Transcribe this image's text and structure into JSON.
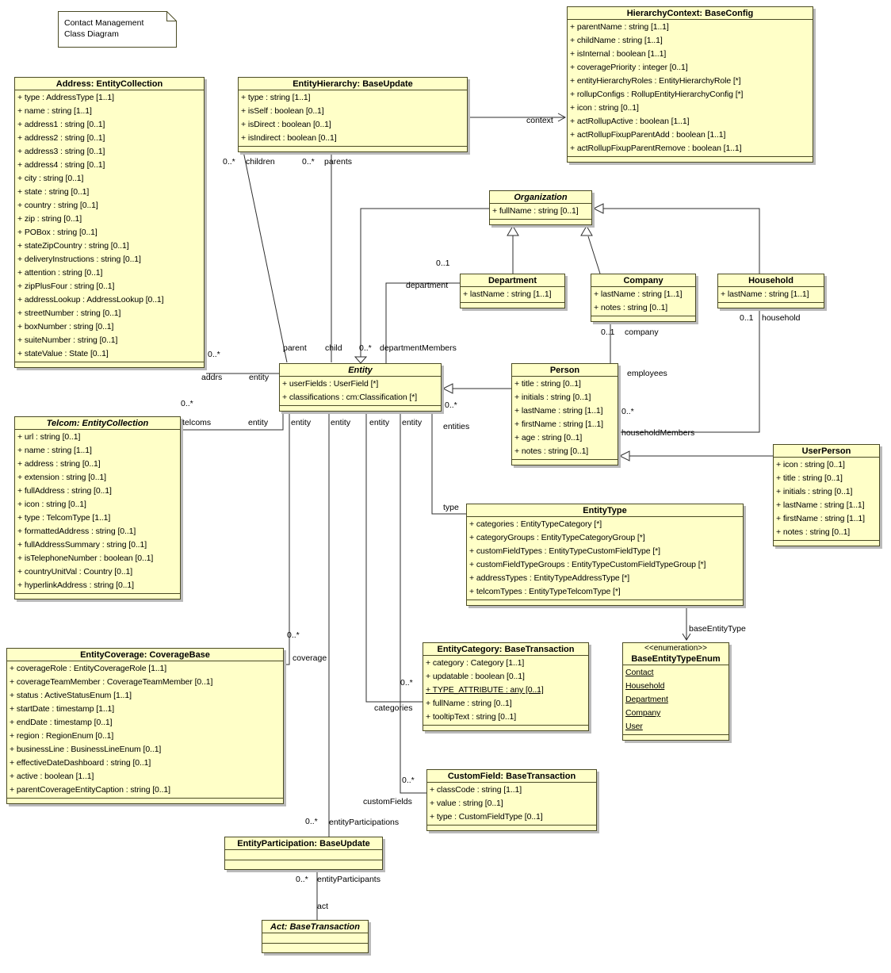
{
  "note": {
    "line1": "Contact Management",
    "line2": "Class Diagram"
  },
  "colors": {
    "class_fill": "#ffffc8",
    "class_border": "#4a4a24",
    "line": "#2e2e2e",
    "shadow": "#bababa",
    "background": "#ffffff"
  },
  "classes": [
    {
      "id": "address",
      "title": "Address: EntityCollection",
      "attrs": [
        "+ type : AddressType [1..1]",
        "+ name : string [1..1]",
        "+ address1 : string [0..1]",
        "+ address2 : string [0..1]",
        "+ address3 : string [0..1]",
        "+ address4 : string [0..1]",
        "+ city : string [0..1]",
        "+ state : string [0..1]",
        "+ country : string [0..1]",
        "+ zip : string [0..1]",
        "+ POBox : string [0..1]",
        "+ stateZipCountry : string [0..1]",
        "+ deliveryInstructions : string [0..1]",
        "+ attention : string [0..1]",
        "+ zipPlusFour : string [0..1]",
        "+ addressLookup : AddressLookup [0..1]",
        "+ streetNumber : string [0..1]",
        "+ boxNumber : string [0..1]",
        "+ suiteNumber : string [0..1]",
        "+ stateValue : State [0..1]"
      ]
    },
    {
      "id": "entity_hierarchy",
      "title": "EntityHierarchy: BaseUpdate",
      "attrs": [
        "+ type : string [1..1]",
        "+ isSelf : boolean [0..1]",
        "+ isDirect : boolean [0..1]",
        "+ isIndirect : boolean [0..1]"
      ]
    },
    {
      "id": "hierarchy_context",
      "title": "HierarchyContext: BaseConfig",
      "attrs": [
        "+ parentName : string [1..1]",
        "+ childName : string [1..1]",
        "+ isInternal : boolean [1..1]",
        "+ coveragePriority : integer [0..1]",
        "+ entityHierarchyRoles : EntityHierarchyRole [*]",
        "+ rollupConfigs : RollupEntityHierarchyConfig [*]",
        "+ icon : string [0..1]",
        "+ actRollupActive : boolean [1..1]",
        "+ actRollupFixupParentAdd : boolean [1..1]",
        "+ actRollupFixupParentRemove : boolean [1..1]"
      ]
    },
    {
      "id": "organization",
      "title": "Organization",
      "italic": true,
      "attrs": [
        "+ fullName : string [0..1]"
      ]
    },
    {
      "id": "department",
      "title": "Department",
      "attrs": [
        "+ lastName : string [1..1]"
      ]
    },
    {
      "id": "company",
      "title": "Company",
      "attrs": [
        "+ lastName : string [1..1]",
        "+ notes : string [0..1]"
      ]
    },
    {
      "id": "household",
      "title": "Household",
      "attrs": [
        "+ lastName : string [1..1]"
      ]
    },
    {
      "id": "entity",
      "title": "Entity",
      "italic": true,
      "attrs": [
        "+ userFields : UserField [*]",
        "+ classifications : cm:Classification [*]"
      ]
    },
    {
      "id": "person",
      "title": "Person",
      "attrs": [
        "+ title : string [0..1]",
        "+ initials : string [0..1]",
        "+ lastName : string [1..1]",
        "+ firstName : string [1..1]",
        "+ age : string [0..1]",
        "+ notes : string [0..1]"
      ]
    },
    {
      "id": "telcom",
      "title": "Telcom: EntityCollection",
      "italic": true,
      "attrs": [
        "+ url : string [0..1]",
        "+ name : string [1..1]",
        "+ address : string [0..1]",
        "+ extension : string [0..1]",
        "+ fullAddress : string [0..1]",
        "+ icon : string [0..1]",
        "+ type : TelcomType [1..1]",
        "+ formattedAddress : string [0..1]",
        "+ fullAddressSummary : string [0..1]",
        "+ isTelephoneNumber : boolean [0..1]",
        "+ countryUnitVal : Country [0..1]",
        "+ hyperlinkAddress : string [0..1]"
      ]
    },
    {
      "id": "user_person",
      "title": "UserPerson",
      "attrs": [
        "+ icon : string [0..1]",
        "+ title : string [0..1]",
        "+ initials : string [0..1]",
        "+ lastName : string [1..1]",
        "+ firstName : string [1..1]",
        "+ notes : string [0..1]"
      ]
    },
    {
      "id": "entity_type",
      "title": "EntityType",
      "attrs": [
        "+ categories : EntityTypeCategory [*]",
        "+ categoryGroups : EntityTypeCategoryGroup [*]",
        "+ customFieldTypes : EntityTypeCustomFieldType [*]",
        "+ customFieldTypeGroups : EntityTypeCustomFieldTypeGroup [*]",
        "+ addressTypes : EntityTypeAddressType [*]",
        "+ telcomTypes : EntityTypeTelcomType [*]"
      ]
    },
    {
      "id": "entity_coverage",
      "title": "EntityCoverage: CoverageBase",
      "attrs": [
        "+ coverageRole : EntityCoverageRole [1..1]",
        "+ coverageTeamMember : CoverageTeamMember [0..1]",
        "+ status : ActiveStatusEnum [1..1]",
        "+ startDate : timestamp [1..1]",
        "+ endDate : timestamp [0..1]",
        "+ region : RegionEnum [0..1]",
        "+ businessLine : BusinessLineEnum [0..1]",
        "+ effectiveDateDashboard : string [0..1]",
        "+ active : boolean [1..1]",
        "+ parentCoverageEntityCaption : string [0..1]"
      ]
    },
    {
      "id": "entity_category",
      "title": "EntityCategory: BaseTransaction",
      "underlined": [
        2
      ],
      "attrs": [
        "+ category : Category [1..1]",
        "+ updatable : boolean [0..1]",
        "+ TYPE_ATTRIBUTE : any [0..1]",
        "+ fullName : string [0..1]",
        "+ tooltipText : string [0..1]"
      ]
    },
    {
      "id": "base_entity_type_enum",
      "title": "BaseEntityTypeEnum",
      "stereotype": "<<enumeration>>",
      "underlined": [
        0,
        1,
        2,
        3,
        4
      ],
      "attrs": [
        "Contact",
        "Household",
        "Department",
        "Company",
        "User"
      ]
    },
    {
      "id": "custom_field",
      "title": "CustomField: BaseTransaction",
      "attrs": [
        "+ classCode : string [1..1]",
        "+ value : string [0..1]",
        "+ type : CustomFieldType [0..1]"
      ]
    },
    {
      "id": "entity_participation",
      "title": "EntityParticipation: BaseUpdate",
      "attrs": []
    },
    {
      "id": "act",
      "title": "Act: BaseTransaction",
      "italic": true,
      "attrs": []
    }
  ],
  "edge_labels": [
    {
      "id": "ctx",
      "text": "context"
    },
    {
      "id": "ch_m",
      "text": "0..*"
    },
    {
      "id": "ch",
      "text": "children"
    },
    {
      "id": "pa_m",
      "text": "0..*"
    },
    {
      "id": "pa",
      "text": "parents"
    },
    {
      "id": "addr_m",
      "text": "0..*"
    },
    {
      "id": "addrs",
      "text": "addrs"
    },
    {
      "id": "addr_ent",
      "text": "entity"
    },
    {
      "id": "parent",
      "text": "parent"
    },
    {
      "id": "child",
      "text": "child"
    },
    {
      "id": "dm_m",
      "text": "0..*"
    },
    {
      "id": "dm",
      "text": "departmentMembers"
    },
    {
      "id": "dep_m",
      "text": "0..1"
    },
    {
      "id": "dep",
      "text": "department"
    },
    {
      "id": "com_m",
      "text": "0..1"
    },
    {
      "id": "com",
      "text": "company"
    },
    {
      "id": "emp",
      "text": "employees"
    },
    {
      "id": "hh_m",
      "text": "0..1"
    },
    {
      "id": "hh",
      "text": "household"
    },
    {
      "id": "hhm_m",
      "text": "0..*"
    },
    {
      "id": "hhm",
      "text": "householdMembers"
    },
    {
      "id": "tel_m",
      "text": "0..*"
    },
    {
      "id": "tel",
      "text": "telcoms"
    },
    {
      "id": "tel_ent",
      "text": "entity"
    },
    {
      "id": "ent1",
      "text": "entity"
    },
    {
      "id": "ent2",
      "text": "entity"
    },
    {
      "id": "ent3",
      "text": "entity"
    },
    {
      "id": "ent4",
      "text": "entity"
    },
    {
      "id": "entities_m",
      "text": "0..*"
    },
    {
      "id": "entities",
      "text": "entities"
    },
    {
      "id": "type",
      "text": "type"
    },
    {
      "id": "cov_m",
      "text": "0..*"
    },
    {
      "id": "cov",
      "text": "coverage"
    },
    {
      "id": "cat_m",
      "text": "0..*"
    },
    {
      "id": "cat",
      "text": "categories"
    },
    {
      "id": "cf_m",
      "text": "0..*"
    },
    {
      "id": "cf",
      "text": "customFields"
    },
    {
      "id": "ep_m",
      "text": "0..*"
    },
    {
      "id": "ep",
      "text": "entityParticipations"
    },
    {
      "id": "epp_m",
      "text": "0..*"
    },
    {
      "id": "epp",
      "text": "entityParticipants"
    },
    {
      "id": "act_role",
      "text": "act"
    },
    {
      "id": "bet",
      "text": "baseEntityType"
    }
  ]
}
